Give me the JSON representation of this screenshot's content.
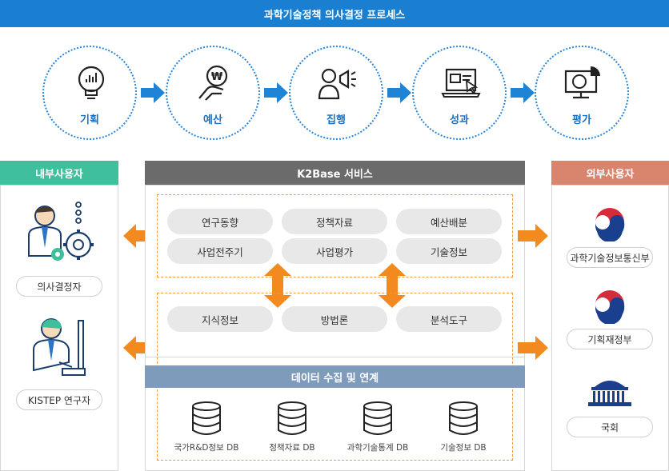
{
  "banner_title": "과학기술정책 의사결정 프로세스",
  "process_steps": [
    {
      "label": "기획",
      "icon": "lightbulb-chart-icon"
    },
    {
      "label": "예산",
      "icon": "hand-won-coin-icon"
    },
    {
      "label": "집행",
      "icon": "person-megaphone-icon"
    },
    {
      "label": "성과",
      "icon": "laptop-cursor-icon"
    },
    {
      "label": "평가",
      "icon": "monitor-pie-chart-icon"
    }
  ],
  "internal": {
    "title": "내부사용자",
    "users": [
      {
        "label": "의사결정자",
        "icon": "decision-maker-icon"
      },
      {
        "label": "KISTEP 연구자",
        "icon": "researcher-icon"
      }
    ]
  },
  "service": {
    "title": "K2Base 서비스",
    "row1": [
      "연구동향",
      "정책자료",
      "예산배분"
    ],
    "row2": [
      "사업전주기",
      "사업평가",
      "기술정보"
    ],
    "row3": [
      "지식정보",
      "방법론",
      "분석도구"
    ],
    "data_title": "데이터 수집 및 연계",
    "databases": [
      "국가R&D정보 DB",
      "정책자료 DB",
      "과학기술통계 DB",
      "기술정보 DB"
    ]
  },
  "external": {
    "title": "외부사용자",
    "orgs": [
      {
        "label": "과학기술정보통신부",
        "icon": "taegeuk-emblem-icon"
      },
      {
        "label": "기획재정부",
        "icon": "taegeuk-emblem-icon"
      },
      {
        "label": "국회",
        "icon": "national-assembly-icon"
      }
    ]
  },
  "colors": {
    "banner": "#1a7fd0",
    "internal_header": "#3fbf9b",
    "service_header": "#6b6b6b",
    "external_header": "#d9846c",
    "data_header": "#7f9bbb",
    "arrow_blue": "#1f84d6",
    "arrow_orange": "#f28a1f"
  }
}
